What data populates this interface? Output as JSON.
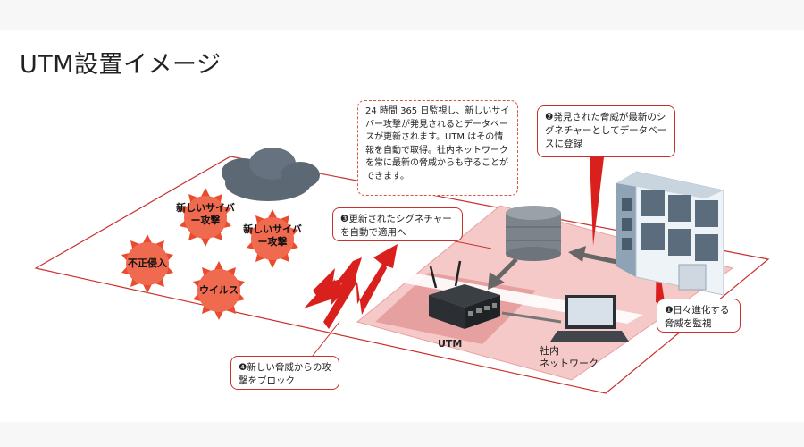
{
  "title": "UTM設置イメージ",
  "callouts": {
    "monitoring": "24 時間 365 日監視し、新しいサイバー攻撃が発見されるとデータベースが更新されます。UTM はその情報を自動で取得。社内ネットワークを常に最新の脅威からも守ることができます。",
    "step1": "❶日々進化する脅威を監視",
    "step2": "❷発見された脅威が最新のシグネチャーとしてデータベースに登録",
    "step3": "❸更新されたシグネチャーを自動で適用へ",
    "step4": "❹新しい脅威からの攻撃をブロック"
  },
  "threats": [
    "新しいサイバー攻撃",
    "新しいサイバー攻撃",
    "不正侵入",
    "ウイルス"
  ],
  "labels": {
    "utm": "UTM",
    "network_line1": "社内",
    "network_line2": "ネットワーク"
  },
  "colors": {
    "accent": "#c9302c",
    "threat": "#ea4b2f",
    "zone": "#f2b7b7",
    "zone_dark": "#e79a9a"
  },
  "icons": [
    "cloud-icon",
    "database-icon",
    "building-icon",
    "utm-device-icon",
    "laptop-icon"
  ]
}
